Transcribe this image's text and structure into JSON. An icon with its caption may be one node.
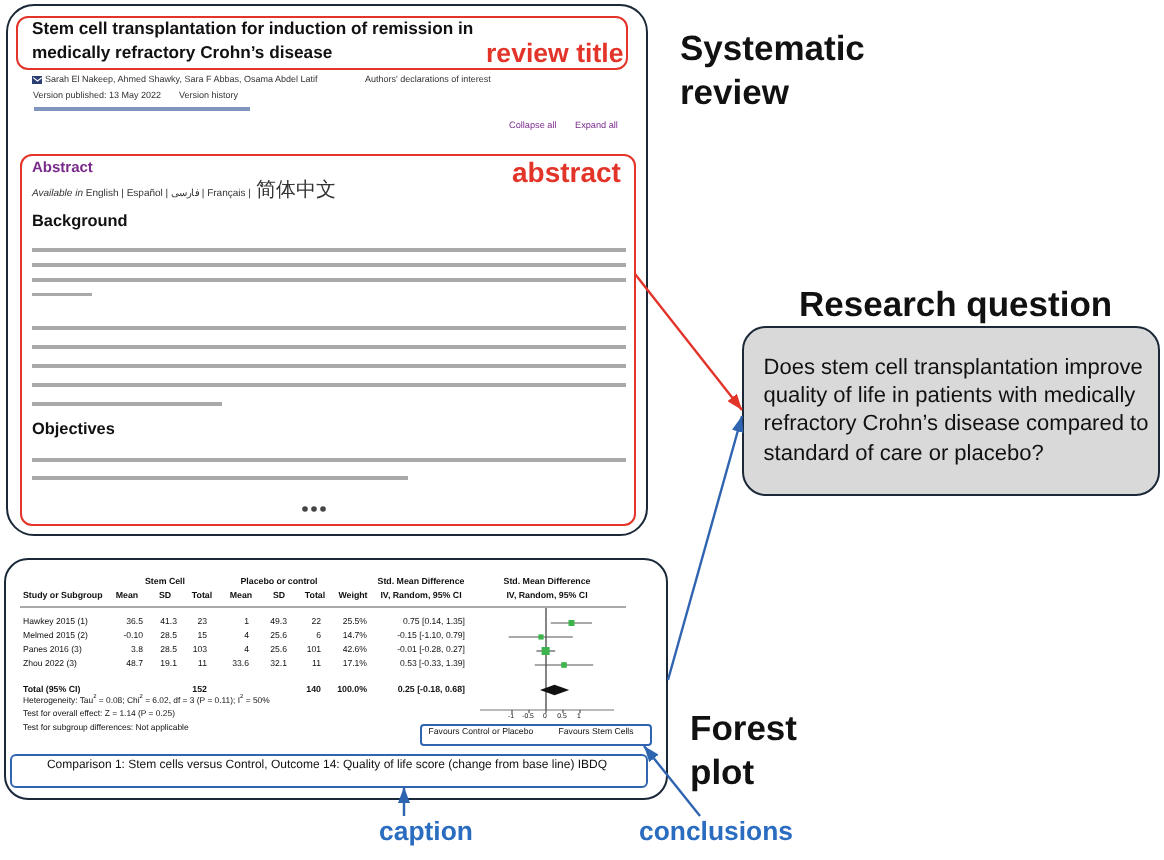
{
  "diagram": {
    "nodes": [
      {
        "text": [
          "Sarah El Nakeep, Ahmed Shawky, Sara F Abbas, Osama Abdel Latif",
          "Authors' declarations of interest",
          "Version published: 13 May 2022",
          "Version history",
          "Collapse all",
          "Expand all"
        ],
        "beside": [
          "Systematic review"
        ]
      },
      {
        "text": [
          "Stem cell transplantation for induction of remission in medically refractory Crohn’s disease",
          "review title"
        ],
        "in": 0
      },
      {
        "text": [
          "Abstract",
          "abstract",
          "*Available in* English | Español | فارسی | Français | 简体中文",
          "Background",
          "Objectives"
        ],
        "in": 0
      },
      {
        "text": [
          "Research question",
          "Does stem cell transplantation improve quality of life in patients with medically refractory Crohn’s disease compared to standard of care or placebo?"
        ]
      },
      {
        "text": [],
        "shape": "box",
        "beside": [
          "Forest plot"
        ]
      },
      {
        "text": [
          "Favours Control or Placebo",
          "Favours Stem Cells"
        ],
        "in": 4
      },
      {
        "text": [
          "Comparison 1: Stem cells versus Control, Outcome 14: Quality of life score (change from base line) IBDQ"
        ],
        "in": 4
      },
      {
        "text": [
          "caption"
        ]
      },
      {
        "text": [
          "conclusions"
        ]
      }
    ],
    "edges": [
      {
        "from": 2,
        "to": 3,
        "arrow": "to",
        "color": "#e3342a"
      },
      {
        "from": 4,
        "to": 3,
        "arrow": "to"
      },
      {
        "from": 7,
        "to": 6,
        "arrow": "to"
      },
      {
        "from": 8,
        "to": 5,
        "arrow": "to"
      }
    ],
    "labels": [
      "Stem Cell",
      "Placebo or control",
      "Std. Mean Difference",
      "Std. Mean Difference",
      "Study or Subgroup",
      "Mean",
      "SD",
      "Total",
      "Mean",
      "SD",
      "Total",
      "Weight",
      "IV, Random, 95% CI",
      "IV, Random, 95% CI",
      "Hawkey 2015 (1)",
      "36.5",
      "41.3",
      "23",
      "1",
      "49.3",
      "22",
      "25.5%",
      "0.75 [0.14, 1.35]",
      "Melmed 2015 (2)",
      "-0.10",
      "28.5",
      "15",
      "4",
      "25.6",
      "6",
      "14.7%",
      "-0.15 [-1.10, 0.79]",
      "Panes 2016 (3)",
      "3.8",
      "28.5",
      "103",
      "4",
      "25.6",
      "101",
      "42.6%",
      "-0.01 [-0.28, 0.27]",
      "Zhou 2022 (3)",
      "48.7",
      "19.1",
      "11",
      "33.6",
      "32.1",
      "11",
      "17.1%",
      "0.53 [-0.33, 1.39]",
      "Total (95% CI)",
      "152",
      "140",
      "100.0%",
      "0.25 [-0.18, 0.68]",
      "Heterogeneity: Tau$^{2}$ = 0.08; Chi$^{2}$ = 6.02, df = 3 (P = 0.11); I$^{2}$ = 50%",
      "Test for overall effect: Z = 1.14 (P = 0.25)",
      "Test for subgroup differences: Not applicable",
      "-1",
      "-0.5",
      "0",
      "0.5",
      "1"
    ]
  }
}
